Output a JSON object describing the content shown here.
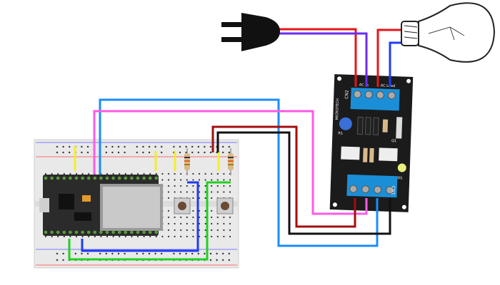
{
  "relay_module": {
    "brand": "MICROTECH",
    "connector_top": "CN2",
    "connector_bottom": "CN1",
    "ac_in_label": "AC In",
    "ac_load_label": "AC Load",
    "transistor_label": "Q1",
    "led_label": "D5",
    "resistor_label": "R1"
  },
  "colors": {
    "wire_red": "#e8151b",
    "wire_purple": "#6a2cf0",
    "wire_blue": "#1e3cf5",
    "wire_lightblue": "#1a8cff",
    "wire_pink": "#ff5ae6",
    "wire_darkred": "#a30d0d",
    "wire_black": "#111111",
    "wire_green": "#1fd11f",
    "wire_yellow": "#f2ee2a",
    "board_black": "#1b1b1b",
    "terminal_blue": "#1a8fd8",
    "esp32_board": "#2b2b2b"
  },
  "components": [
    "ac-plug",
    "light-bulb",
    "breadboard",
    "esp32-devkit",
    "push-button",
    "resistor",
    "relay-module"
  ]
}
